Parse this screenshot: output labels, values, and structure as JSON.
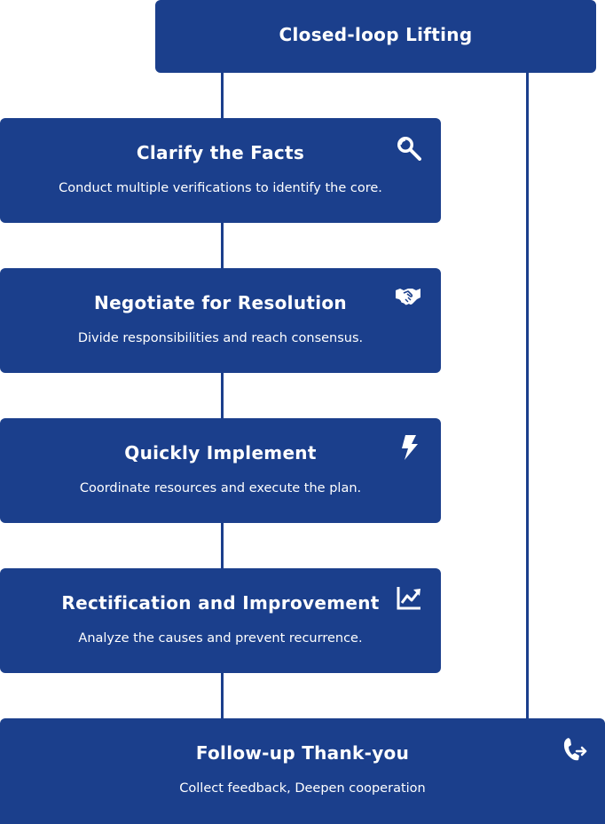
{
  "diagram": {
    "colors": {
      "box": "#1b3f8c",
      "connector": "#1b3f8c",
      "text": "#ffffff"
    },
    "top": {
      "title": "Closed-loop Lifting"
    },
    "steps": [
      {
        "title": "Clarify the Facts",
        "description": "Conduct multiple verifications to identify the core.",
        "icon": "magnifier-icon"
      },
      {
        "title": "Negotiate for Resolution",
        "description": "Divide responsibilities and reach consensus.",
        "icon": "handshake-icon"
      },
      {
        "title": "Quickly Implement",
        "description": "Coordinate resources and execute the plan.",
        "icon": "lightning-icon"
      },
      {
        "title": "Rectification and Improvement",
        "description": "Analyze the causes and prevent recurrence.",
        "icon": "trend-chart-icon"
      },
      {
        "title": "Follow-up Thank-you",
        "description": "Collect feedback, Deepen cooperation",
        "icon": "phone-forward-icon"
      }
    ]
  }
}
